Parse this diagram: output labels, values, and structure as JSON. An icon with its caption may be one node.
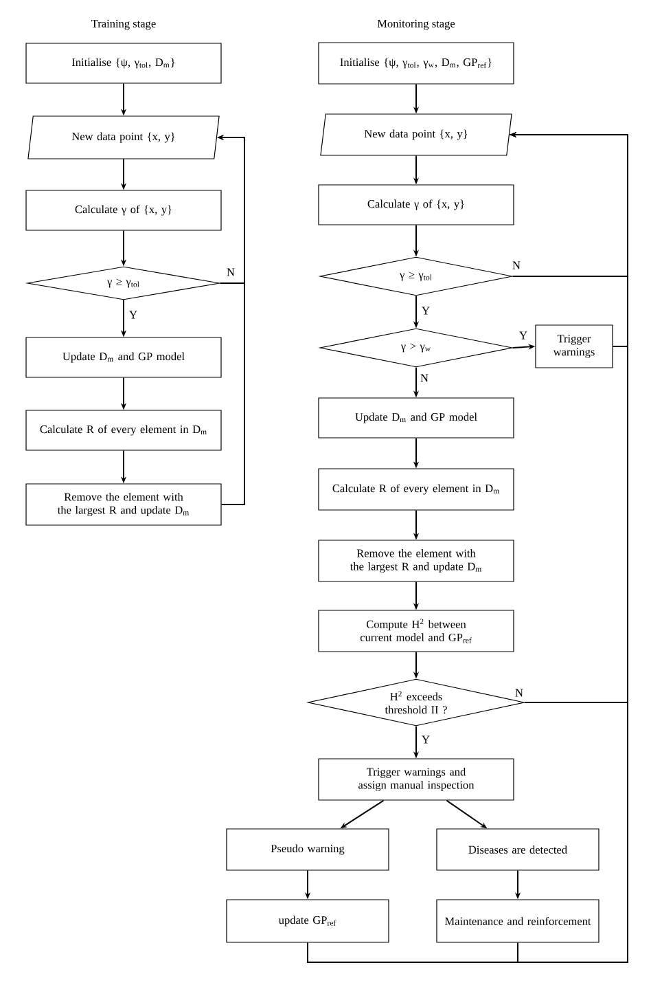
{
  "diagram": {
    "nodes": [
      {
        "text": [
          "Initialise {ψ, γ$_{tol}$, D$_{m}$}"
        ]
      },
      {
        "text": [
          "New data point {x, y}"
        ]
      },
      {
        "text": [
          "Calculate γ of {x, y}"
        ]
      },
      {
        "text": [
          "γ ≥ γ$_{tol}$"
        ]
      },
      {
        "text": [
          "Update D$_{m}$ and GP model"
        ]
      },
      {
        "text": [
          "Calculate R of every element in D$_{m}$"
        ]
      },
      {
        "text": [
          "Remove the element with the largest R and update D$_{m}$"
        ]
      },
      {
        "text": [
          "Initialise {ψ, γ$_{tol}$, γ$_{w}$, D$_{m}$, GP$_{ref}$}"
        ]
      },
      {
        "text": [
          "New data point {x, y}"
        ]
      },
      {
        "text": [
          "Calculate γ of {x, y}"
        ]
      },
      {
        "text": [
          "γ ≥ γ$_{tol}$"
        ]
      },
      {
        "text": [
          "γ > γ$_{w}$"
        ]
      },
      {
        "text": [
          "Trigger warnings"
        ]
      },
      {
        "text": [
          "Update D$_{m}$ and GP model"
        ]
      },
      {
        "text": [
          "Calculate R of every element in D$_{m}$"
        ]
      },
      {
        "text": [
          "Remove the element with the largest R and update D$_{m}$"
        ]
      },
      {
        "text": [
          "Compute H$^{2}$ between current model and GP$_{ref}$"
        ]
      },
      {
        "text": [
          "H$^{2}$ exceeds threshold II ?"
        ]
      },
      {
        "text": [
          "Trigger warnings and assign manual inspection"
        ]
      },
      {
        "text": [
          "Pseudo warning"
        ]
      },
      {
        "text": [
          "Diseases are detected"
        ]
      },
      {
        "text": [
          "update GP$_{ref}$"
        ]
      },
      {
        "text": [
          "Maintenance and reinforcement"
        ]
      }
    ],
    "edges": [
      {
        "from": 0,
        "to": 1,
        "arrow": "to"
      },
      {
        "from": 1,
        "to": 2,
        "arrow": "to"
      },
      {
        "from": 2,
        "to": 3,
        "arrow": "to"
      },
      {
        "from": 3,
        "to": 4,
        "arrow": "to",
        "label": "Y"
      },
      {
        "from": 3,
        "to": 1,
        "arrow": "to",
        "label": "N"
      },
      {
        "from": 4,
        "to": 5,
        "arrow": "to"
      },
      {
        "from": 5,
        "to": 6,
        "arrow": "to"
      },
      {
        "from": 6,
        "to": 1,
        "arrow": "to"
      },
      {
        "from": 7,
        "to": 8,
        "arrow": "to"
      },
      {
        "from": 8,
        "to": 9,
        "arrow": "to"
      },
      {
        "from": 9,
        "to": 10,
        "arrow": "to"
      },
      {
        "from": 10,
        "to": 11,
        "arrow": "to",
        "label": "Y"
      },
      {
        "from": 10,
        "to": 8,
        "arrow": "to",
        "label": "N"
      },
      {
        "from": 11,
        "to": 12,
        "arrow": "to",
        "label": "Y"
      },
      {
        "from": 11,
        "to": 13,
        "arrow": "to",
        "label": "N"
      },
      {
        "from": 12,
        "to": 8,
        "arrow": "to"
      },
      {
        "from": 13,
        "to": 14,
        "arrow": "to"
      },
      {
        "from": 14,
        "to": 15,
        "arrow": "to"
      },
      {
        "from": 15,
        "to": 16,
        "arrow": "to"
      },
      {
        "from": 16,
        "to": 17,
        "arrow": "to"
      },
      {
        "from": 17,
        "to": 18,
        "arrow": "to",
        "label": "Y"
      },
      {
        "from": 17,
        "to": 8,
        "arrow": "to",
        "label": "N"
      },
      {
        "from": 18,
        "to": 19,
        "arrow": "to"
      },
      {
        "from": 18,
        "to": 20,
        "arrow": "to"
      },
      {
        "from": 19,
        "to": 21,
        "arrow": "to"
      },
      {
        "from": 20,
        "to": 22,
        "arrow": "to"
      },
      {
        "from": 21,
        "to": 8,
        "arrow": "to"
      },
      {
        "from": 22,
        "to": 8,
        "arrow": "to"
      }
    ],
    "labels": [
      "Training stage",
      "Monitoring stage"
    ]
  }
}
